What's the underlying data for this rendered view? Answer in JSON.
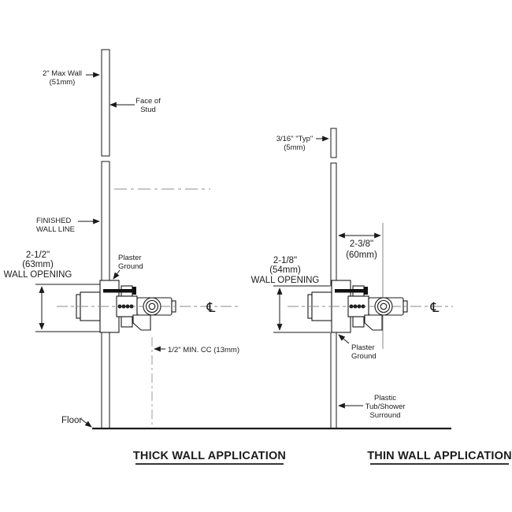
{
  "left": {
    "max_wall_l1": "2\" Max Wall",
    "max_wall_l2": "(51mm)",
    "face_of_stud_l1": "Face of",
    "face_of_stud_l2": "Stud",
    "finished_l1": "FINISHED",
    "finished_l2": "WALL LINE",
    "opening_l1": "2-1/2\"",
    "opening_l2": "(63mm)",
    "opening_l3": "WALL OPENING",
    "plaster_l1": "Plaster",
    "plaster_l2": "Ground",
    "min_cc": "1/2\" MIN. CC (13mm)",
    "floor": "Floor",
    "cl": "℄",
    "title": "THICK WALL APPLICATION"
  },
  "right": {
    "typ_l1": "3/16\" \"Typ\"",
    "typ_l2": "(5mm)",
    "offset_l1": "2-3/8\"",
    "offset_l2": "(60mm)",
    "opening_l1": "2-1/8\"",
    "opening_l2": "(54mm)",
    "opening_l3": "WALL OPENING",
    "plaster_l1": "Plaster",
    "plaster_l2": "Ground",
    "surround_l1": "Plastic",
    "surround_l2": "Tub/Shower",
    "surround_l3": "Surround",
    "cl": "℄",
    "title": "THIN WALL APPLICATION"
  },
  "colors": {
    "line": "#1a1a1a",
    "centerline": "#8a8a8a",
    "hatch": "#555555"
  }
}
